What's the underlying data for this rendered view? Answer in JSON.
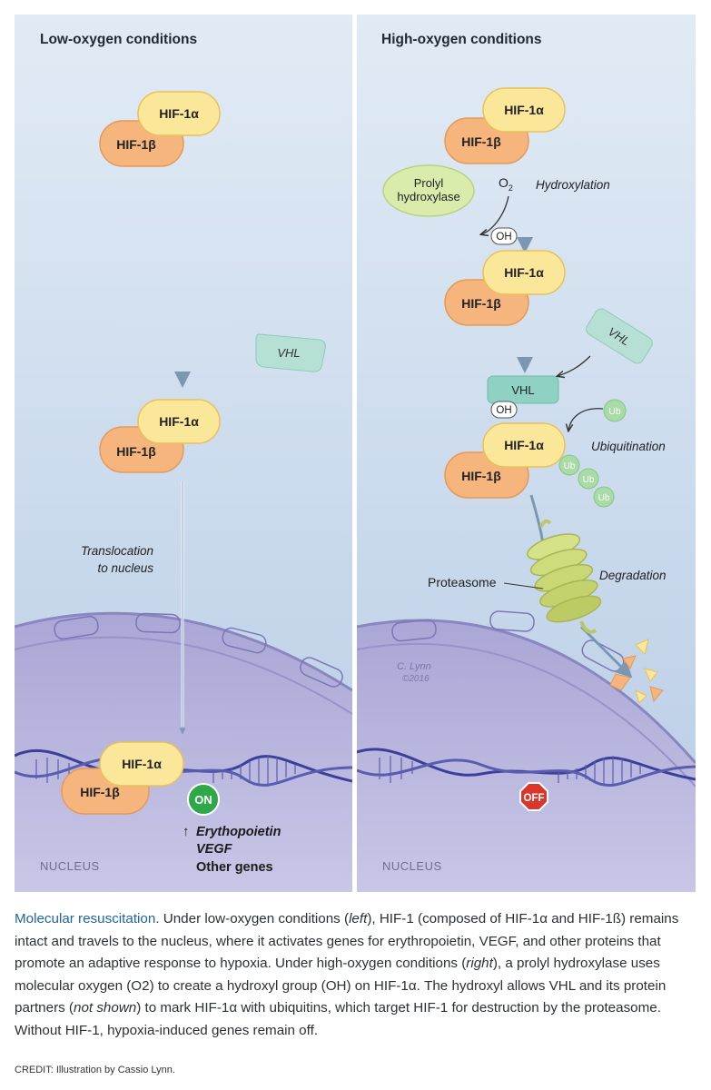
{
  "left_panel": {
    "title": "Low-oxygen conditions",
    "hif1a": "HIF-1α",
    "hif1b": "HIF-1β",
    "vhl": "VHL",
    "translocation_line1": "Translocation",
    "translocation_line2": "to nucleus",
    "on_label": "ON",
    "genes_arrow": "↑",
    "gene1": "Erythopoietin",
    "gene2": "VEGF",
    "gene3": "Other genes",
    "nucleus_label": "NUCLEUS"
  },
  "right_panel": {
    "title": "High-oxygen conditions",
    "hif1a": "HIF-1α",
    "hif1b": "HIF-1β",
    "prolyl_line1": "Prolyl",
    "prolyl_line2": "hydroxylase",
    "o2_main": "O",
    "o2_sub": "2",
    "hydroxylation": "Hydroxylation",
    "oh": "OH",
    "vhl": "VHL",
    "ub": "Ub",
    "ubiquitination": "Ubiquitination",
    "proteasome": "Proteasome",
    "degradation": "Degradation",
    "signature_line1": "C. Lynn",
    "signature_line2": "©2016",
    "off_label": "OFF",
    "nucleus_label": "NUCLEUS"
  },
  "caption": {
    "title": "Molecular resuscitation",
    "text_1": ". Under low-oxygen conditions (",
    "left_word": "left",
    "text_2": "), HIF-1 (composed of HIF-1α and HIF-1ß) remains intact and travels to the nucleus, where it activates genes for erythropoietin, VEGF, and other proteins that promote an adaptive response to hypoxia. Under high-oxygen conditions (",
    "right_word": "right",
    "text_3": "), a prolyl hydroxylase uses molecular oxygen (O2) to create a hydroxyl group (OH) on HIF-1α. The hydroxyl allows VHL and its protein partners (",
    "not_shown": "not shown",
    "text_4": ") to mark HIF-1α with ubiquitins, which target HIF-1 for destruction by the proteasome. Without HIF-1, hypoxia-induced genes remain off."
  },
  "credit": "CREDIT: Illustration by Cassio Lynn.",
  "colors": {
    "panel_bg_top": "#dfe9f4",
    "panel_bg_bottom": "#bcd0e8",
    "nucleus": "#a7a3d2",
    "hif1a_fill": "#fbe79a",
    "hif1b_fill": "#f5b57c",
    "vhl_fill": "#b7e0d5",
    "ub_fill": "#a9dba6",
    "prolyl_fill": "#d9ecac",
    "on_green": "#2fa84a",
    "off_red": "#d9362c",
    "caption_title": "#1f63a8"
  }
}
